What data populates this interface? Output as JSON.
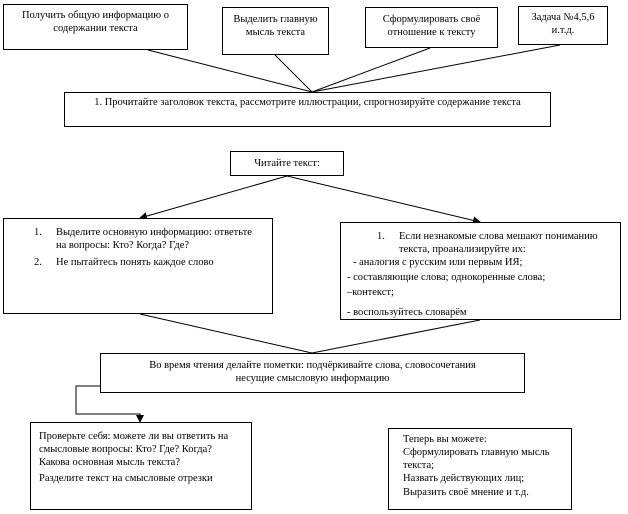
{
  "top": [
    "Получить общую информацию о содержании текста",
    "Выделить главную мысль текста",
    "Сформулировать своё отношение к тексту",
    "Задача №4,5,6 и.т.д."
  ],
  "step1": "1. Прочитайте заголовок текста, рассмотрите иллюстрации, спрогнозируйте содержание текста",
  "read": "Читайте текст:",
  "left": {
    "items": [
      {
        "num": "1.",
        "text": "Выделите основную информацию: ответьте на вопросы: Кто? Когда? Где?"
      },
      {
        "num": "2.",
        "text": "Не пытайтесь понять каждое слово"
      }
    ]
  },
  "right": {
    "num": "1.",
    "intro": "Если незнакомые слова мешают пониманию текста, проанализируйте их:",
    "lines": [
      " - аналогия с русским или первым ИЯ;",
      "- составляющие слова; однокоренные слова;",
      "–контекст;",
      "- воспользуйтесь словарём"
    ]
  },
  "mid": "Во время чтения делайте пометки: подчёркивайте слова, словосочетания несущие смысловую информацию",
  "check": [
    "Проверьте себя: можете ли вы ответить на смысловые вопросы: Кто? Где? Когда? Какова основная мысль текста?",
    "Разделите текст на смысловые отрезки"
  ],
  "now": [
    "Теперь вы можете:",
    "Сформулировать главную мысль текста;",
    "Назвать действующих лиц;",
    "Выразить своё мнение и т.д."
  ]
}
